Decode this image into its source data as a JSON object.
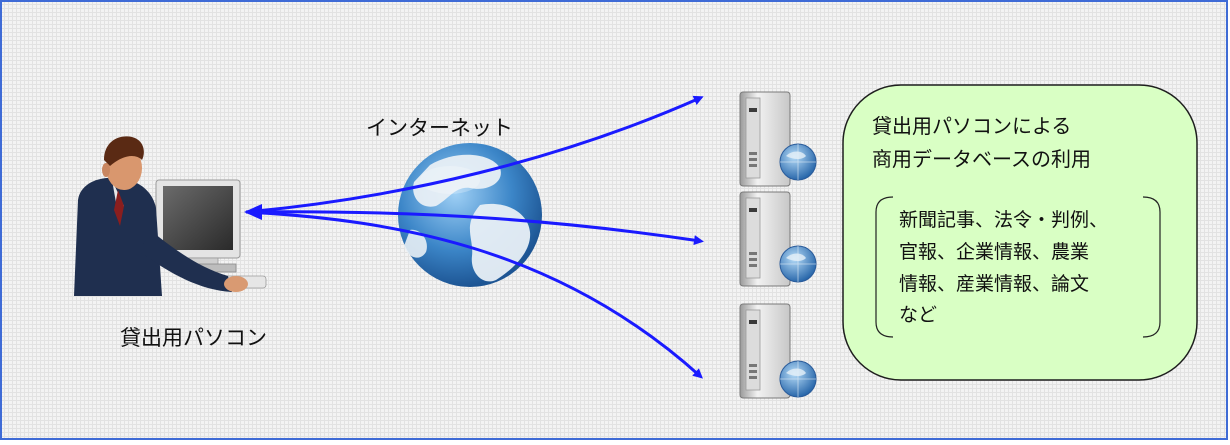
{
  "diagram": {
    "internet_label": "インターネット",
    "pc_label": "貸出用パソコン",
    "callout": {
      "title_lines": [
        "貸出用パソコンによる",
        "商用データベースの利用"
      ],
      "list_lines": [
        "新聞記事、法令・判例、",
        "官報、企業情報、農業",
        "情報、産業情報、論文",
        "など"
      ]
    },
    "server_count": 3
  },
  "colors": {
    "frame_border": "#3f6bd6",
    "grid_background": "#f1f1f1",
    "arrow": "#1a1aff",
    "callout_fill": "#d9ffc4",
    "globe_ocean": "#4a8fd0",
    "globe_land": "#e8eff5"
  },
  "icons": [
    "user-at-computer-icon",
    "globe-icon",
    "server-icon"
  ]
}
